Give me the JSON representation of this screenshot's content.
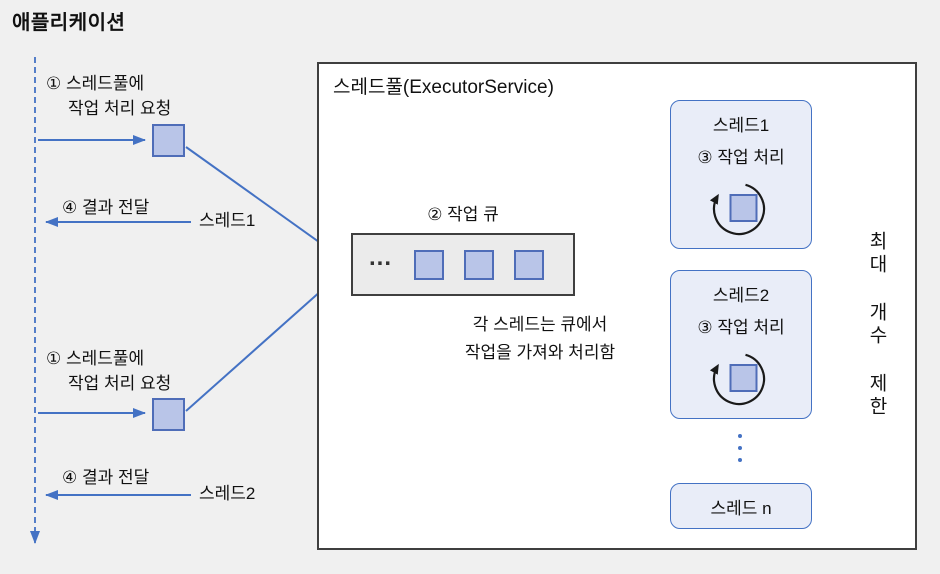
{
  "colors": {
    "background": "#f0f0f0",
    "line_blue": "#4472c4",
    "square_fill": "#b9c5e8",
    "square_border": "#4f6db8",
    "thread_box_fill": "#e9edf8",
    "queue_fill": "#ebebeb",
    "box_border_dark": "#3f3f3f"
  },
  "app": {
    "title": "애플리케이션",
    "requests": [
      {
        "line1": "① 스레드풀에",
        "line2": "작업 처리 요청"
      },
      {
        "line1": "① 스레드풀에",
        "line2": "작업 처리 요청"
      }
    ],
    "results": [
      {
        "label": "④ 결과 전달",
        "thread": "스레드1"
      },
      {
        "label": "④ 결과 전달",
        "thread": "스레드2"
      }
    ]
  },
  "pool": {
    "title": "스레드풀(ExecutorService)",
    "queue": {
      "label": "② 작업 큐",
      "ellipsis": "...",
      "task_count": 3
    },
    "note_line1": "각 스레드는 큐에서",
    "note_line2": "작업을 가져와 처리함",
    "threads": [
      {
        "name": "스레드1",
        "task": "③ 작업 처리"
      },
      {
        "name": "스레드2",
        "task": "③ 작업 처리"
      }
    ],
    "thread_n_label": "스레드 n",
    "limit_label": "최대 개수 제한"
  }
}
